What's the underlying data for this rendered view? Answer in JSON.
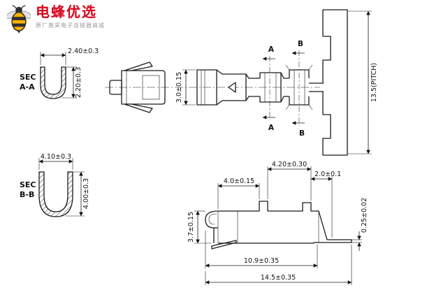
{
  "logo": {
    "brand": "电蜂优选",
    "tagline": "原厂直采电子连接器商城"
  },
  "sec_aa": {
    "label1": "SEC",
    "label2": "A-A",
    "dim_width": "2.40±0.3",
    "dim_height": "2.20±0.3"
  },
  "sec_bb": {
    "label1": "SEC",
    "label2": "B-B",
    "dim_width": "4.10±0.3",
    "dim_height": "4.00±0.3"
  },
  "plan_view": {
    "dim_height": "3.0±0.15",
    "marker_a": "A",
    "marker_b": "B"
  },
  "carrier": {
    "dim_pitch": "13.5(PITCH)"
  },
  "side_view": {
    "dim_top": "4.20±0.30",
    "dim_mid": "4.0±0.15",
    "dim_right": "2.0±0.1",
    "dim_height": "3.7±0.15",
    "dim_thickness": "0.25±0.02",
    "dim_length_inner": "10.9±0.35",
    "dim_length_overall": "14.5±0.35"
  }
}
